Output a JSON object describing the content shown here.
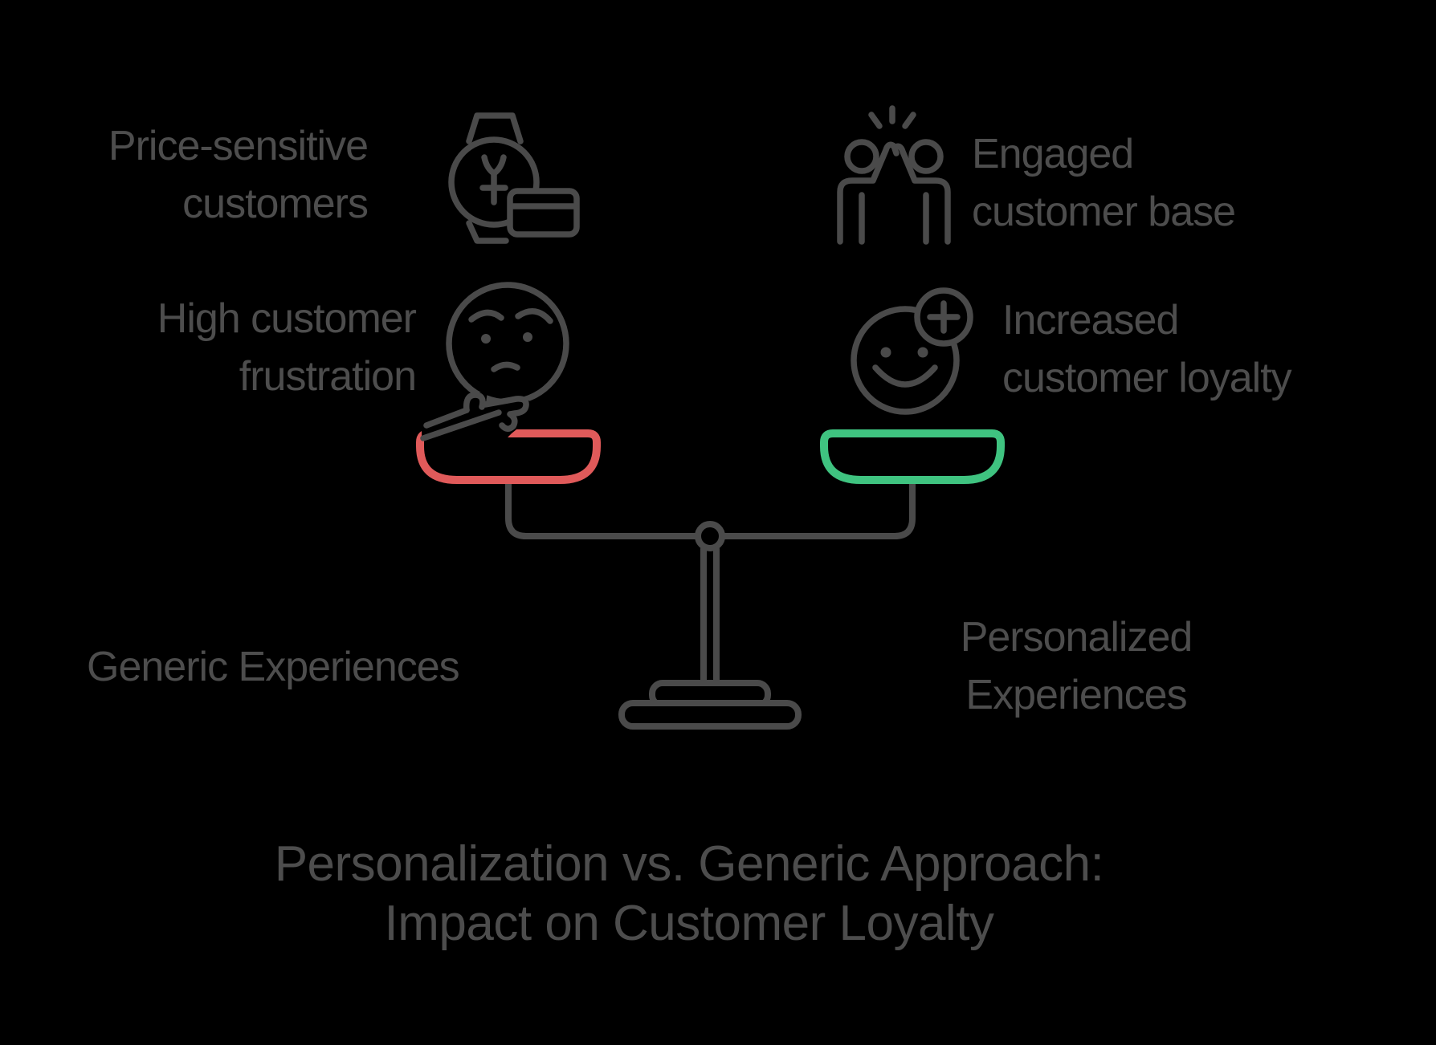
{
  "colors": {
    "bg": "#000000",
    "line": "#4a4a4a",
    "text": "#4d4d4d",
    "negative": "#e05a5a",
    "positive": "#3fc380"
  },
  "title": {
    "line1": "Personalization vs. Generic Approach:",
    "line2": "Impact on Customer Loyalty"
  },
  "left": {
    "pan_color": "#e05a5a",
    "pan_label": {
      "line1": "Generic Experiences"
    },
    "items": [
      {
        "icon": "watch-payment-icon",
        "line1": "Price-sensitive",
        "line2": "customers"
      },
      {
        "icon": "thinking-face-icon",
        "line1": "High customer",
        "line2": "frustration"
      }
    ]
  },
  "right": {
    "pan_color": "#3fc380",
    "pan_label": {
      "line1": "Personalized",
      "line2": "Experiences"
    },
    "items": [
      {
        "icon": "high-five-icon",
        "line1": "Engaged",
        "line2": "customer base"
      },
      {
        "icon": "smiley-plus-icon",
        "line1": "Increased",
        "line2": "customer loyalty"
      }
    ]
  }
}
